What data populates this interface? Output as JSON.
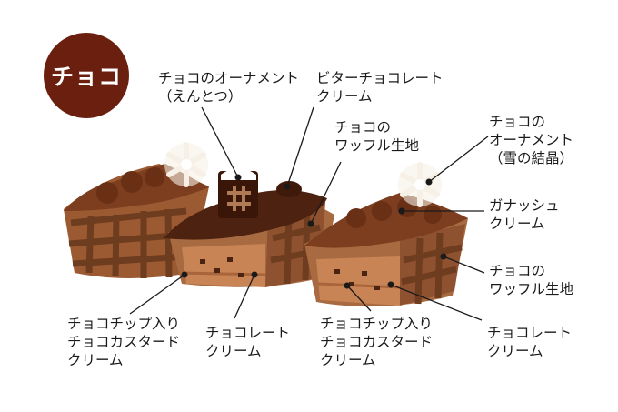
{
  "title": "チョコ",
  "labels": {
    "ornament_entotsu": [
      "チョコのオーナメント",
      "（えんとつ）"
    ],
    "bitter_cream": [
      "ビターチョコレート",
      "クリーム"
    ],
    "waffle_mid": [
      "チョコの",
      "ワッフル生地"
    ],
    "ornament_snow": [
      "チョコの",
      "オーナメント",
      "（雪の結晶）"
    ],
    "ganache": [
      "ガナッシュ",
      "クリーム"
    ],
    "waffle_right": [
      "チョコの",
      "ワッフル生地"
    ],
    "custard_left": [
      "チョコチップ入り",
      "チョコカスタード",
      "クリーム"
    ],
    "choco_cream_left": [
      "チョコレート",
      "クリーム"
    ],
    "custard_right": [
      "チョコチップ入り",
      "チョコカスタード",
      "クリーム"
    ],
    "choco_cream_right": [
      "チョコレート",
      "クリーム"
    ]
  },
  "colors": {
    "badge": "#6b1f0f",
    "waffle": "#a8643a",
    "waffle_dark": "#7a4424",
    "cream": "#8b4d2c",
    "bitter": "#5a2a14",
    "custard": "#d48a5c",
    "chip": "#4a2312",
    "snow": "#f7f0e6"
  },
  "icons": [
    "snowflake-icon",
    "chimney-ornament-icon"
  ]
}
